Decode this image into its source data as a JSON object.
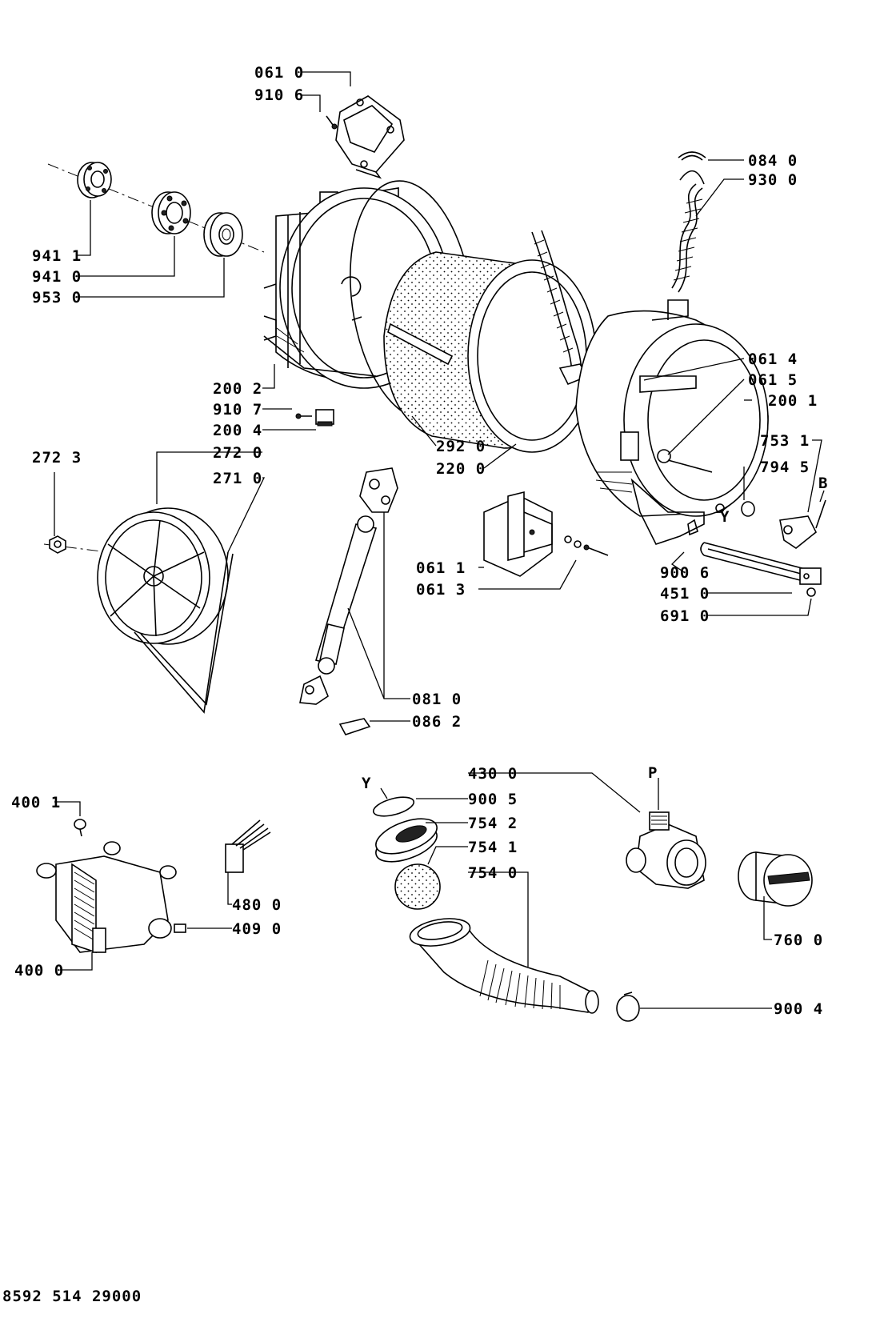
{
  "part_labels": {
    "p0610": "061 0",
    "p9106": "910 6",
    "p0840": "084 0",
    "p9300": "930 0",
    "p9411": "941 1",
    "p9410": "941 0",
    "p9530": "953 0",
    "p0614": "061 4",
    "p0615": "061 5",
    "p2001": "200 1",
    "p2002": "200 2",
    "p9107": "910 7",
    "p2004": "200 4",
    "p2723": "272 3",
    "p2720": "272 0",
    "p2710": "271 0",
    "p2920": "292 0",
    "p2200": "220 0",
    "p7531": "753 1",
    "p7945": "794 5",
    "pB": "B",
    "pY1": "Y",
    "p0611": "061 1",
    "p0613": "061 3",
    "p9006": "900 6",
    "p4510": "451 0",
    "p6910": "691 0",
    "p0810": "081 0",
    "p0862": "086 2",
    "p4300": "430 0",
    "pP": "P",
    "pY2": "Y",
    "p9005": "900 5",
    "p7542": "754 2",
    "p7541": "754 1",
    "p7540": "754 0",
    "p4001": "400 1",
    "p4800": "480 0",
    "p4090": "409 0",
    "p4000": "400 0",
    "p7600": "760 0",
    "p9004": "900 4"
  },
  "footer": {
    "document_number": "8592 514 29000"
  }
}
